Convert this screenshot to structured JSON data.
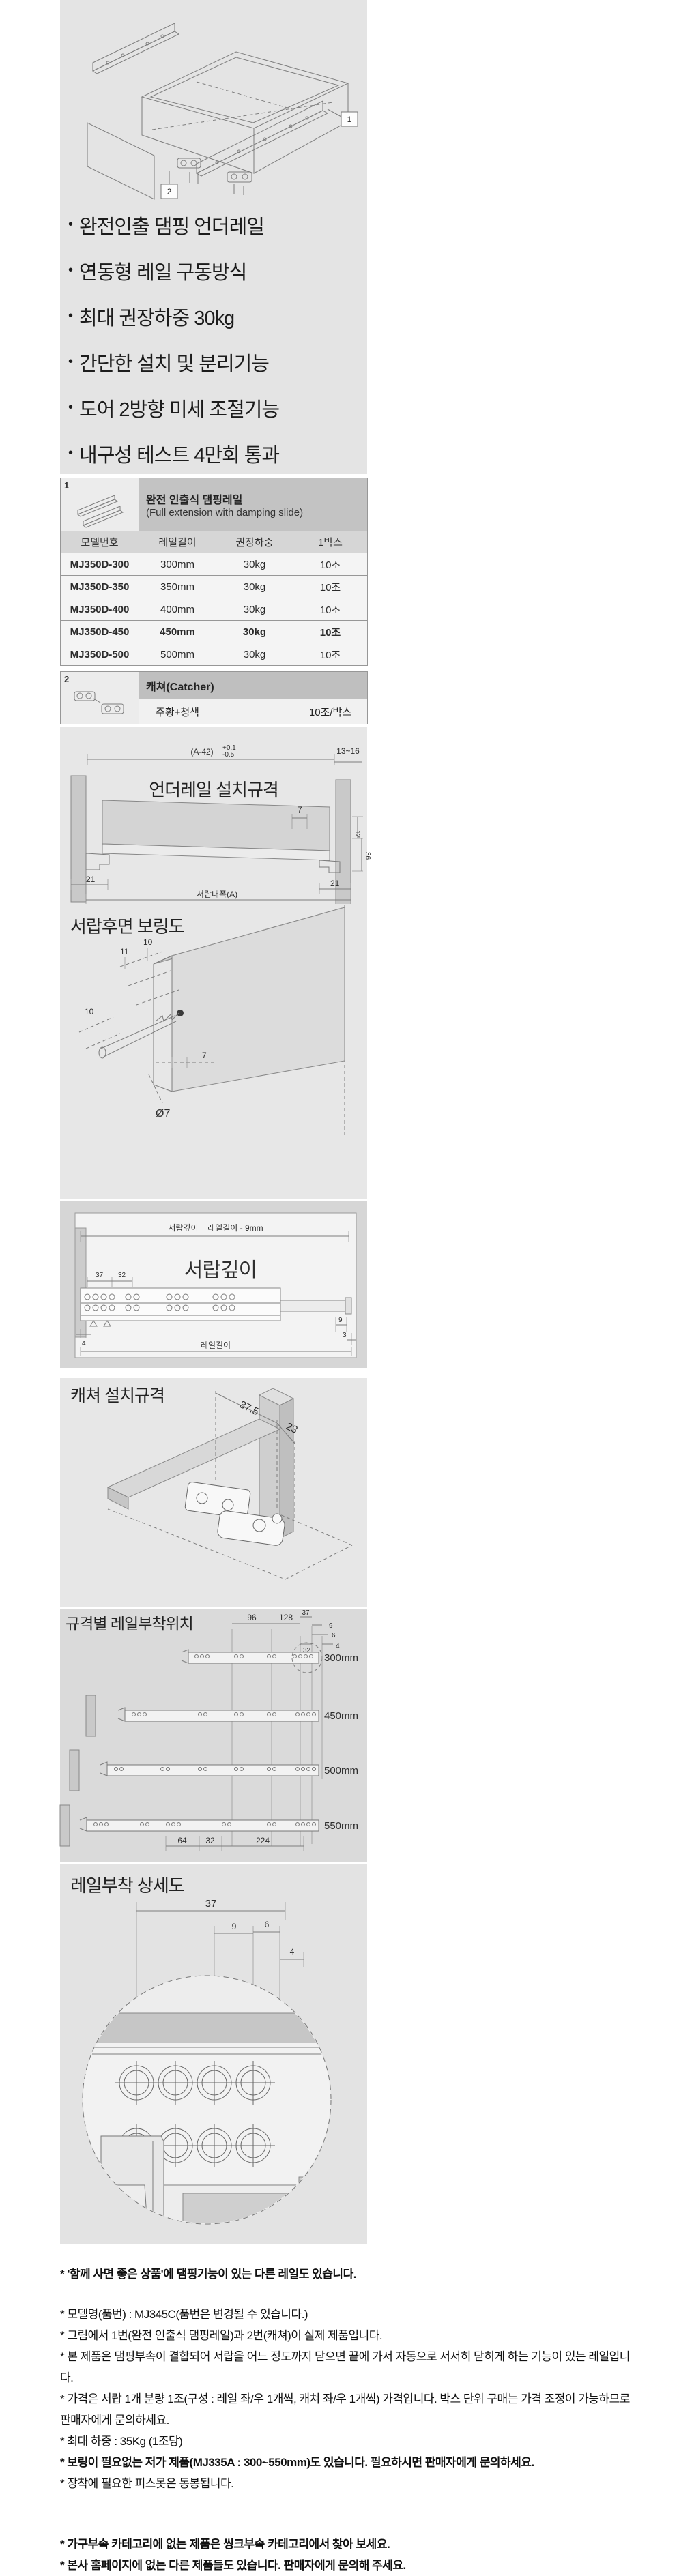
{
  "hero": {
    "callout1": "1",
    "callout2": "2"
  },
  "features": {
    "items": [
      "완전인출 댐핑 언더레일",
      "연동형 레일 구동방식",
      "최대 권장하중 30kg",
      "간단한 설치 및 분리기능",
      "도어 2방향 미세 조절기능",
      "내구성 테스트 4만회 통과"
    ],
    "bullet": "•"
  },
  "spec_table": {
    "item_no": "1",
    "title_ko": "완전 인출식 댐핑레일",
    "title_en": "(Full extension with damping slide)",
    "columns": [
      "모델번호",
      "레일길이",
      "권장하중",
      "1박스"
    ],
    "rows": [
      {
        "model": "MJ350D-300",
        "length": "300mm",
        "load": "30kg",
        "box": "10조"
      },
      {
        "model": "MJ350D-350",
        "length": "350mm",
        "load": "30kg",
        "box": "10조"
      },
      {
        "model": "MJ350D-400",
        "length": "400mm",
        "load": "30kg",
        "box": "10조"
      },
      {
        "model": "MJ350D-450",
        "length": "450mm",
        "load": "30kg",
        "box": "10조"
      },
      {
        "model": "MJ350D-500",
        "length": "500mm",
        "load": "30kg",
        "box": "10조"
      }
    ]
  },
  "catcher_table": {
    "item_no": "2",
    "title": "캐쳐(Catcher)",
    "color": "주황+청색",
    "box": "10조/박스"
  },
  "diagram_underrail": {
    "title": "언더레일 설치규격",
    "dim_top": "(A-42)",
    "tol_plus": "+0.1",
    "tol_minus": "-0.5",
    "dim_right_top": "13~16",
    "dim_7": "7",
    "dim_12": "12",
    "dim_36": "36",
    "dim_21_left": "21",
    "dim_21_right": "21",
    "dim_bottom": "서랍내폭(A)"
  },
  "diagram_boring": {
    "title": "서랍후면 보링도",
    "dim_11": "11",
    "dim_10a": "10",
    "dim_10b": "10",
    "dim_7": "7",
    "dim_dia": "Ø7"
  },
  "diagram_depth": {
    "formula": "서랍깊이 = 레일길이 - 9mm",
    "label": "서랍깊이",
    "dim_37": "37",
    "dim_32": "32",
    "dim_4": "4",
    "dim_9": "9",
    "dim_3": "3",
    "dim_bottom": "레일길이"
  },
  "diagram_catcher_install": {
    "title": "캐쳐 설치규격",
    "dim_375": "37.5",
    "dim_23": "23"
  },
  "diagram_positions": {
    "title": "규격별 레일부착위치",
    "dim_96": "96",
    "dim_128": "128",
    "dim_37": "37",
    "dim_9": "9",
    "dim_6": "6",
    "dim_32": "32",
    "dim_4": "4",
    "lengths": [
      "300mm",
      "450mm",
      "500mm",
      "550mm"
    ],
    "dim_64": "64",
    "dim_b32": "32",
    "dim_224": "224"
  },
  "diagram_detail": {
    "title": "레일부착 상세도",
    "dim_37": "37",
    "dim_9": "9",
    "dim_6": "6",
    "dim_4": "4"
  },
  "notes": [
    {
      "text": "* '함께 사면 좋은 상품'에 댐핑기능이 있는 다른 레일도 있습니다."
    },
    {
      "text": "* 모델명(품번) : MJ345C(품번은 변경될 수 있습니다.)"
    },
    {
      "text": "* 그림에서 1번(완전 인출식 댐핑레일)과 2번(캐쳐)이 실제 제품입니다."
    },
    {
      "text": "* 본 제품은 댐핑부속이 결합되어 서랍을 어느 정도까지 닫으면 끝에 가서 자동으로 서서히 닫히게 하는 기능이 있는 레일입니다."
    },
    {
      "text": "* 가격은 서랍 1개 분량 1조(구성 : 레일 좌/우 1개씩, 캐쳐 좌/우 1개씩) 가격입니다. 박스 단위 구매는 가격 조정이 가능하므로 판매자에게 문의하세요."
    },
    {
      "text": "* 최대 하중 : 35Kg (1조당)"
    },
    {
      "text": "* 보링이 필요없는 저가 제품(MJ335A : 300~550mm)도 있습니다. 필요하시면 판매자에게 문의하세요."
    },
    {
      "text": "* 장착에 필요한 피스못은 동봉됩니다."
    },
    {
      "text": "* 가구부속 카테고리에 없는 제품은 씽크부속 카테고리에서 찾아 보세요."
    },
    {
      "text": "* 본사 홈페이지에 없는 다른 제품들도 있습니다. 판매자에게 문의해 주세요."
    }
  ]
}
